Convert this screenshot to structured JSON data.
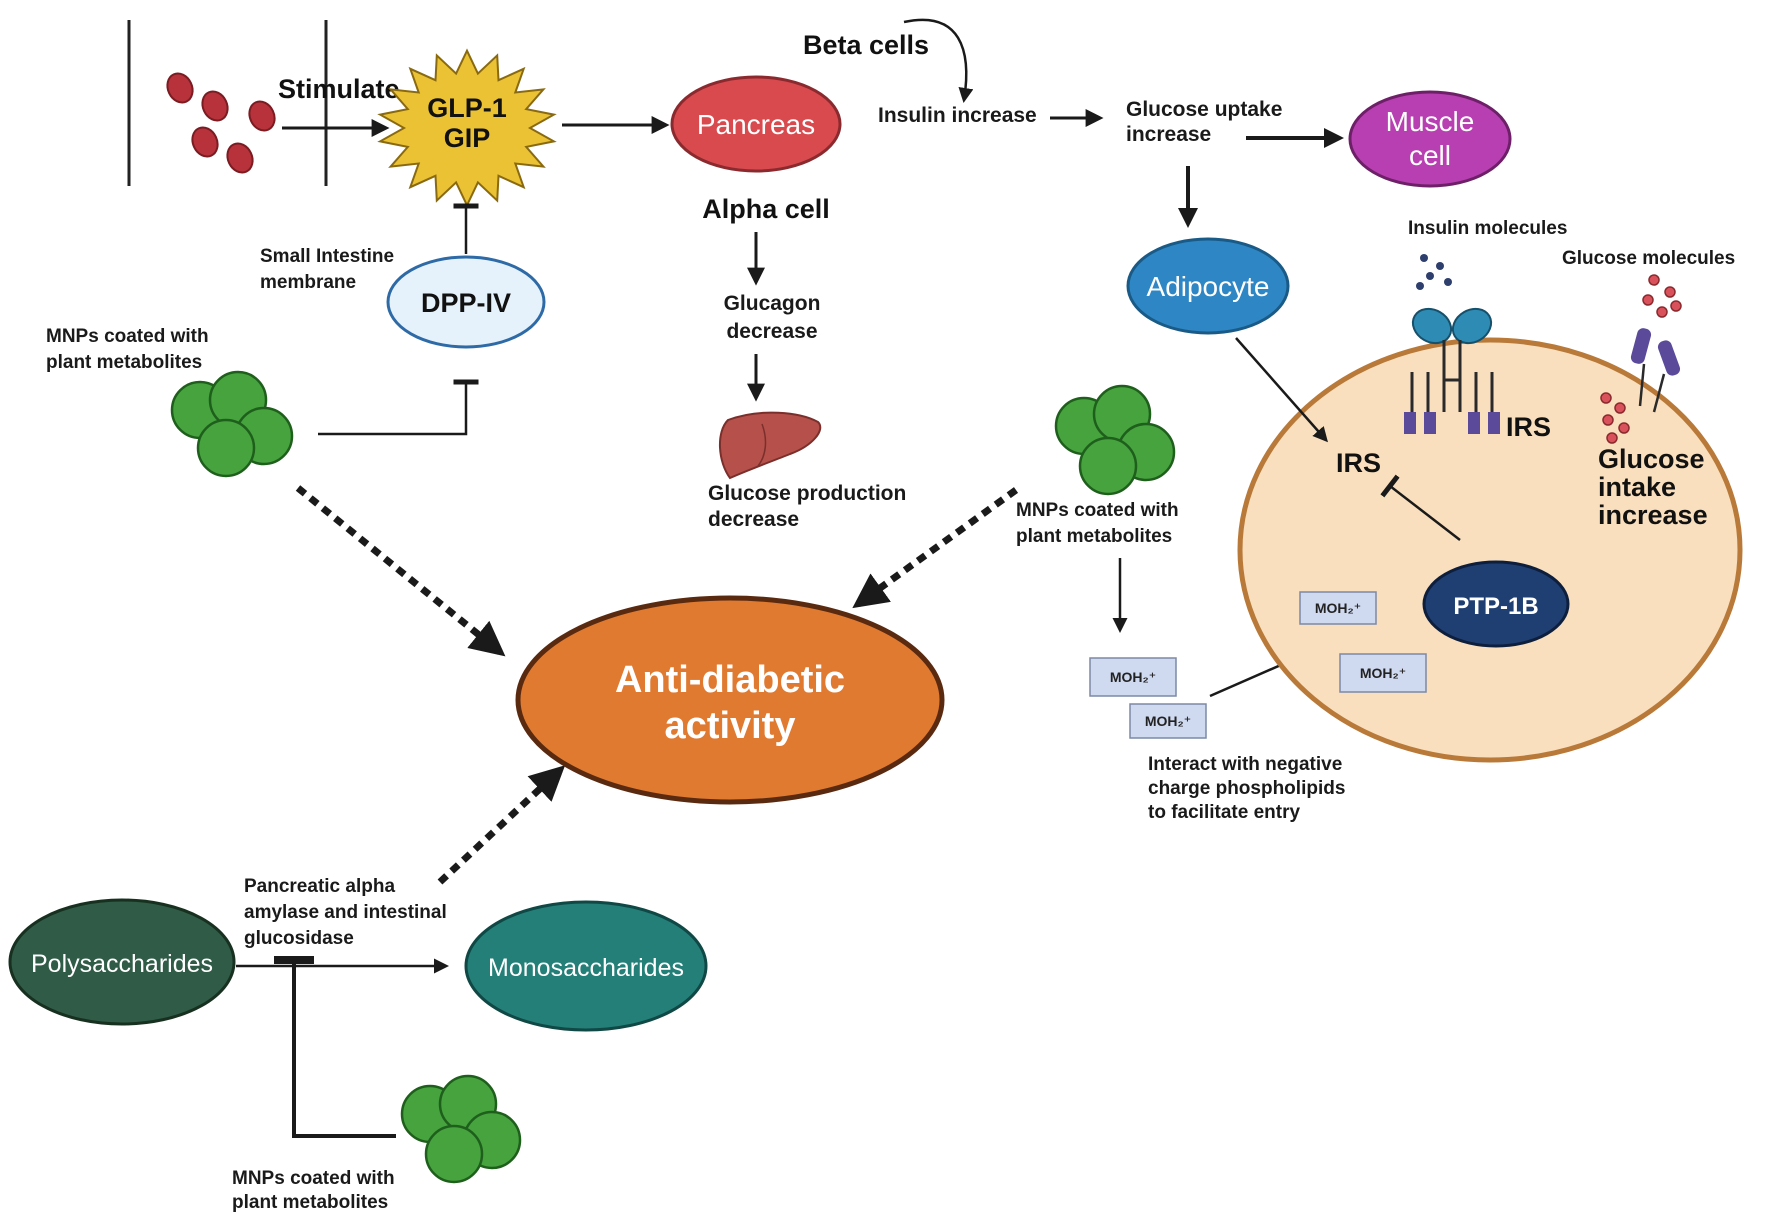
{
  "colors": {
    "pancreas": "#d94a4f",
    "muscle": "#b83fb1",
    "adipocyte": "#2e87c4",
    "dpp": "#e6f2fb",
    "cell_fill": "#f9dfbd",
    "cell_stroke": "#b87939",
    "anti": "#e07a30",
    "ptp": "#1f3f73",
    "poly": "#2f5b47",
    "mono": "#247f79",
    "mnp": "#46a33e",
    "glp": "#eac234",
    "box": "#cfd9f0",
    "microbe": "#b8323b",
    "insulin_dot": "#2e3f6e",
    "glucose_dot": "#d9525b",
    "receptor_teal": "#2e8bb3",
    "receptor_purple": "#5b4a9a"
  },
  "labels": {
    "stimulate": "Stimulate",
    "glp_line1": "GLP-1",
    "glp_line2": "GIP",
    "pancreas": "Pancreas",
    "beta_cells": "Beta cells",
    "insulin_increase": "Insulin increase",
    "glucose_uptake_line1": "Glucose uptake",
    "glucose_uptake_line2": "increase",
    "muscle_line1": "Muscle",
    "muscle_line2": "cell",
    "adipocyte": "Adipocyte",
    "alpha_cell": "Alpha cell",
    "glucagon_line1": "Glucagon",
    "glucagon_line2": "decrease",
    "glucose_production_line1": "Glucose production",
    "glucose_production_line2": "decrease",
    "small_intestine_line1": "Small Intestine",
    "small_intestine_line2": "membrane",
    "dpp": "DPP-IV",
    "mnps_left_line1": "MNPs coated with",
    "mnps_left_line2": "plant metabolites",
    "mnps_mid_line1": "MNPs coated with",
    "mnps_mid_line2": "plant metabolites",
    "mnps_bottom_line1": "MNPs coated with",
    "mnps_bottom_line2": "plant metabolites",
    "insulin_molecules": "Insulin molecules",
    "glucose_molecules": "Glucose molecules",
    "irs_left": "IRS",
    "irs_right": "IRS",
    "glucose_intake_line1": "Glucose",
    "glucose_intake_line2": "intake",
    "glucose_intake_line3": "increase",
    "ptp": "PTP-1B",
    "moh": "MOH₂⁺",
    "interact_line1": "Interact with negative",
    "interact_line2": "charge phospholipids",
    "interact_line3": "to facilitate entry",
    "anti_line1": "Anti-diabetic",
    "anti_line2": "activity",
    "enzyme_line1": "Pancreatic alpha",
    "enzyme_line2": "amylase and intestinal",
    "enzyme_line3": "glucosidase",
    "polysaccharides": "Polysaccharides",
    "monosaccharides": "Monosaccharides"
  }
}
